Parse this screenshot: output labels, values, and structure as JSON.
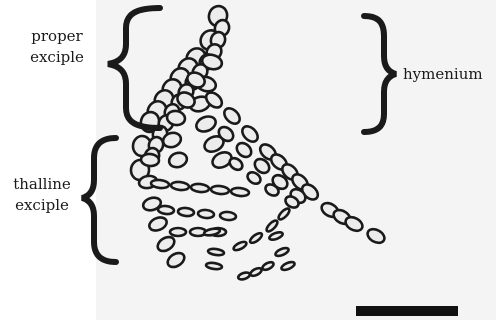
{
  "labels": {
    "proper_exciple": [
      "proper",
      "exciple"
    ],
    "thalline_exciple": [
      "thalline",
      "exciple"
    ],
    "hymenium": "hymenium"
  },
  "colors": {
    "background": "#ffffff",
    "micrograph": "#f4f4f4",
    "ink": "#1a1a1a",
    "cell_fill": "#ececec"
  }
}
